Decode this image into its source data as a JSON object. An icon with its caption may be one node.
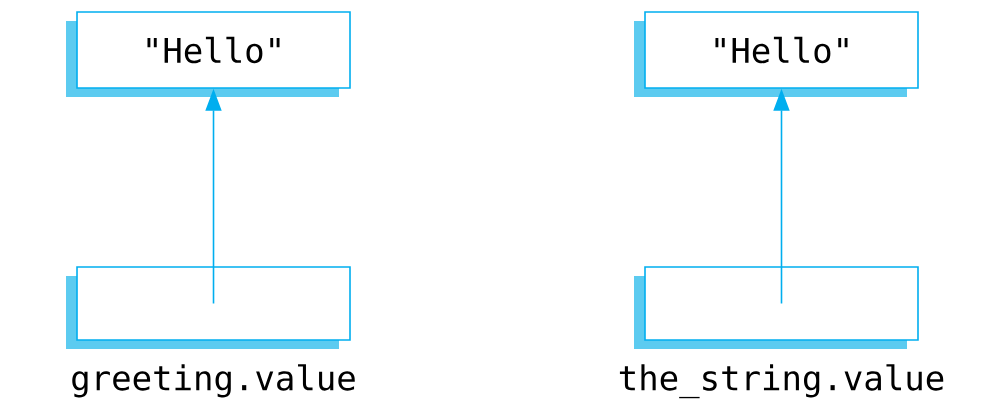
{
  "diagram": {
    "nodes": [
      {
        "text": [
          "\"Hello\""
        ]
      },
      {
        "text": [
          "\"Hello\""
        ]
      },
      {
        "text": [],
        "shape": "box",
        "beside": [
          "greeting.value"
        ]
      },
      {
        "text": [],
        "shape": "box",
        "beside": [
          "the_string.value"
        ]
      }
    ],
    "edges": [
      {
        "from": 2,
        "to": 0,
        "arrow": "to"
      },
      {
        "from": 3,
        "to": 1,
        "arrow": "to"
      }
    ]
  }
}
